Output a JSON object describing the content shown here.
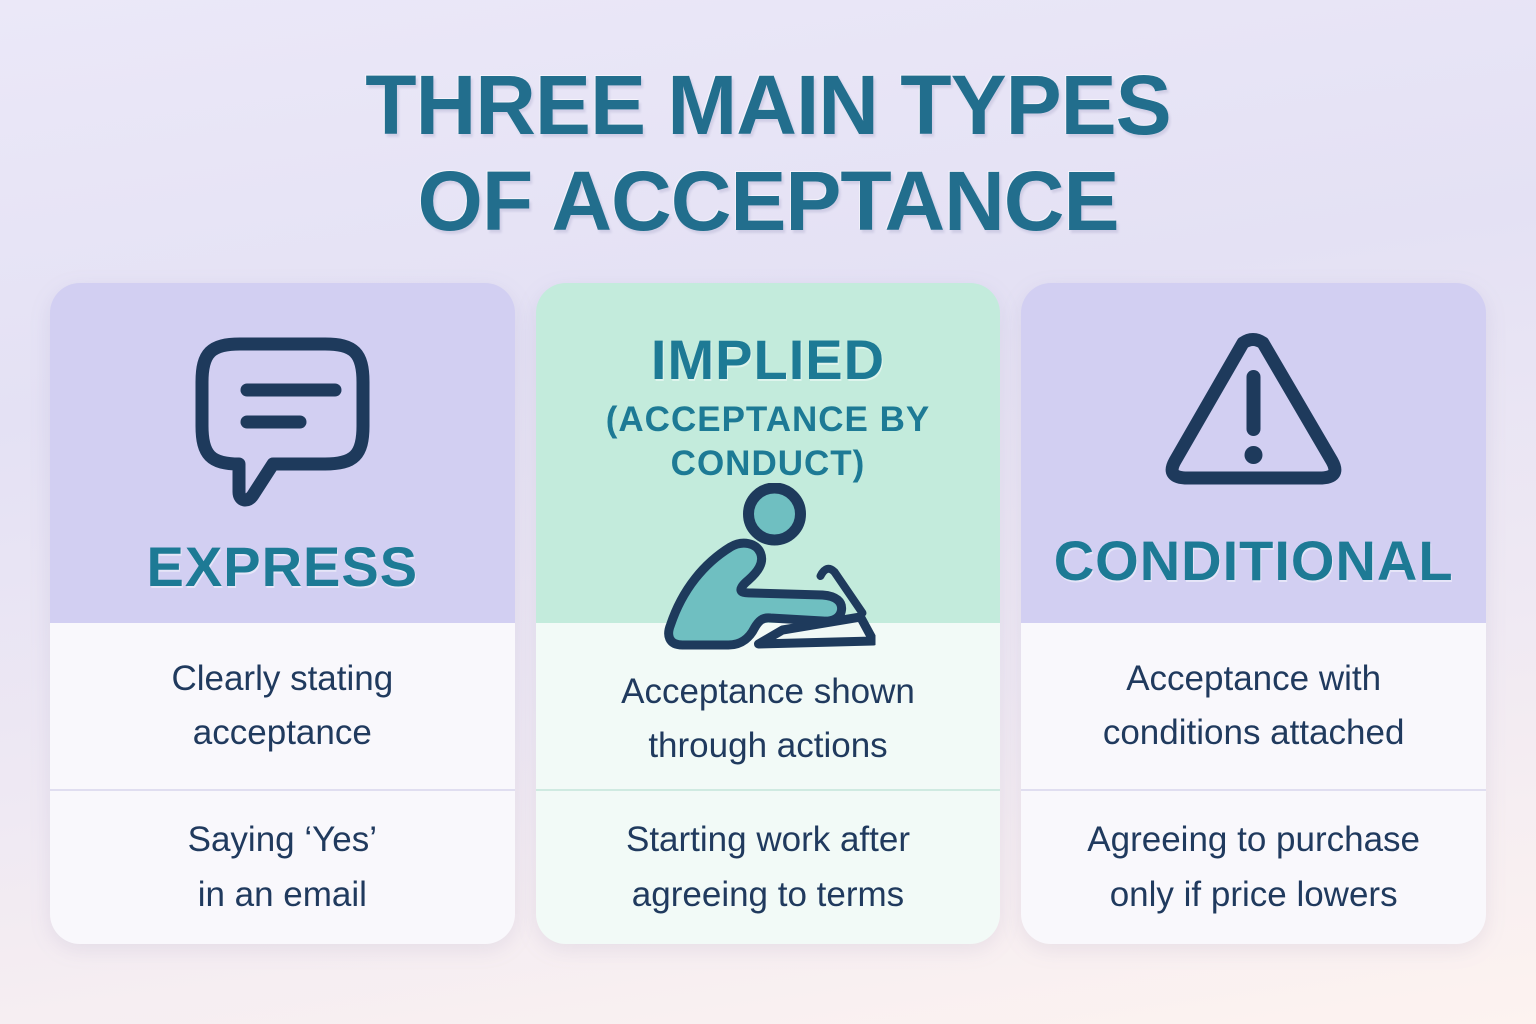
{
  "title": {
    "line1": "THREE MAIN TYPES",
    "line2": "OF ACCEPTANCE"
  },
  "columns": [
    {
      "key": "express",
      "icon": "speech-bubble-icon",
      "name": "EXPRESS",
      "row1": "Clearly stating\nacceptance",
      "row2": "Saying ‘Yes’\nin an email"
    },
    {
      "key": "implied",
      "icon": "person-writing-icon",
      "name": "IMPLIED",
      "subtitle": "(ACCEPTANCE BY\nCONDUCT)",
      "row1": "Acceptance shown\nthrough actions",
      "row2": "Starting work after\nagreeing to terms"
    },
    {
      "key": "conditional",
      "icon": "warning-triangle-icon",
      "name": "CONDITIONAL",
      "row1": "Acceptance with\nconditions attached",
      "row2": "Agreeing to purchase\nonly if price lowers"
    }
  ],
  "colors": {
    "title_teal": "#226e8d",
    "heading_teal": "#1d7a95",
    "body_navy": "#203a5e",
    "icon_navy": "#1e3a5c",
    "person_fill_teal": "#6fbfc1",
    "header_lavender": "#d2cff2",
    "header_mint": "#c3ebdc",
    "background_top": "#e8e5f6",
    "background_bottom": "#fdf3f0"
  }
}
